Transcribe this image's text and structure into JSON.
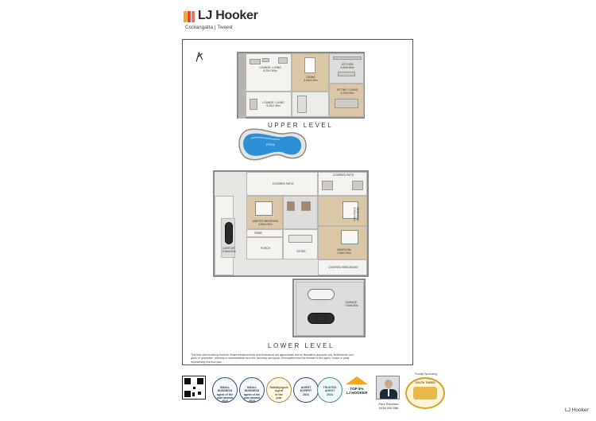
{
  "brand": {
    "name": "LJ Hooker",
    "office": "Coolangatta | Tweed",
    "colors": {
      "primary": "#e8472b",
      "secondary": "#f5a623"
    }
  },
  "floorplan": {
    "north_symbol": "north-arrow-icon",
    "upper_level": {
      "title": "UPPER LEVEL",
      "rooms": {
        "lounge_living": "LOUNGE / LIVING\n6.20x7.60m",
        "dining": "DINING\n3.60x3.30m",
        "kitchen": "KITCHEN\n3.60x3.60m",
        "lounge_living_2": "LOUNGE / LIVING\n5.20x7.40m",
        "sitting_living": "SITTING / LIVING\n3.20x3.50m"
      }
    },
    "pool_label": "POOL",
    "lower_level": {
      "title": "LOWER LEVEL",
      "rooms": {
        "covered_patio_left": "COVERED PATIO",
        "covered_patio_right": "COVERED PATIO",
        "master_bedroom": "MASTER BEDROOM\n3.50x4.20m",
        "bedroom_right": "BEDROOM\n3.30x3.00m",
        "bedroom_lower": "BEDROOM\n4.30x3.30m",
        "store": "STORE",
        "porch": "PORCH",
        "carport": "CARPORT\n3.00x6.00m",
        "robe": "ROBE",
        "covered_breezeway": "COVERED BREEZEWAY",
        "garage": "GARAGE\n7.00x6.80m"
      }
    },
    "disclaimer": "This floor plan including furniture, fixture measurements and dimensions are approximate and for illustrative purposes only. BoxBrownie.com gives no guarantee, warranty or representation as to the accuracy and layout. All enquiries must be directed to the agent, vendor or party representing this floor plan."
  },
  "footer": {
    "awards": [
      {
        "icon": "award-badge-icon",
        "text": "SMALL BUSINESS\nagent of the\nyear awards\n2023"
      },
      {
        "icon": "award-badge-icon",
        "text": "SMALL BUSINESS\nagent of the\nyear awards\n2024"
      },
      {
        "icon": "award-badge-icon",
        "text": "RateMyAgent\nAgent\nof the\nyear"
      },
      {
        "icon": "award-badge-icon",
        "text": "AGENT\nEXPERT\n2024"
      },
      {
        "icon": "award-badge-icon",
        "text": "TRUSTED\nAGENT\n2024"
      }
    ],
    "top_badge": "TOP 5%\nLJ HOOKER",
    "agent": {
      "name": "Paul Sheehan",
      "phone": "0438 096 886"
    },
    "sponsor": {
      "label": "Proudly Sponsoring",
      "badge_text": "SOUTH TWEED"
    }
  },
  "watermark": "LJ Hooker"
}
